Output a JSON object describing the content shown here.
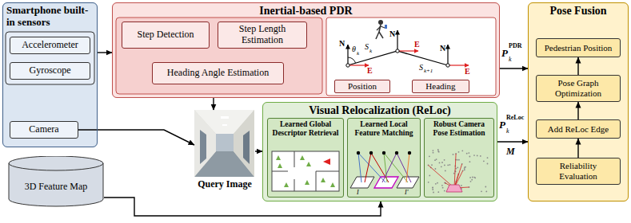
{
  "diagram": {
    "nodes": [
      {
        "text": [
          "Smartphone built-in sensors"
        ]
      },
      {
        "text": [
          "Accelerometer"
        ],
        "in": 0
      },
      {
        "text": [
          "Gyroscope"
        ],
        "in": 0
      },
      {
        "text": [
          "Camera"
        ],
        "in": 0
      },
      {
        "text": [
          "Inertial-based PDR"
        ]
      },
      {
        "text": [
          "Step Detection"
        ],
        "in": 4
      },
      {
        "text": [
          "Step Length Estimation"
        ],
        "in": 4
      },
      {
        "text": [
          "Heading Angle Estimation"
        ],
        "in": 4
      },
      {
        "text": [
          "Position"
        ],
        "in": 4
      },
      {
        "text": [
          "Heading"
        ],
        "in": 4
      },
      {
        "text": [
          "Pose Fusion"
        ]
      },
      {
        "text": [
          "Pedestrian Position"
        ],
        "in": 10
      },
      {
        "text": [
          "Pose Graph Optimization"
        ],
        "in": 10
      },
      {
        "text": [
          "Add ReLoc Edge"
        ],
        "in": 10
      },
      {
        "text": [
          "Reliability Evaluation"
        ],
        "in": 10
      },
      {
        "text": [
          "Query Image"
        ]
      },
      {
        "text": [
          "Visual Relocalization (ReLoc)"
        ]
      },
      {
        "text": [
          "Learned Global Descriptor Retrieval"
        ],
        "in": 16
      },
      {
        "text": [
          "Learned Local Feature Matching"
        ],
        "in": 16
      },
      {
        "text": [
          "Robust Camera Pose Estimation"
        ],
        "in": 16
      },
      {
        "text": [
          "3D Feature Map"
        ]
      }
    ],
    "edges": [
      {
        "from": 0,
        "to": 4,
        "arrow": "to"
      },
      {
        "from": 3,
        "to": 15,
        "arrow": "to"
      },
      {
        "from": 4,
        "to": 15,
        "arrow": "to"
      },
      {
        "from": 15,
        "to": 16,
        "arrow": "to"
      },
      {
        "from": 20,
        "to": 16,
        "arrow": "to"
      },
      {
        "from": 4,
        "to": 10,
        "arrow": "to"
      },
      {
        "from": 16,
        "to": 10,
        "arrow": "to"
      },
      {
        "from": 14,
        "to": 13,
        "arrow": "to"
      },
      {
        "from": 13,
        "to": 12,
        "arrow": "to"
      },
      {
        "from": 12,
        "to": 11,
        "arrow": "to"
      }
    ],
    "labels": [
      "N",
      "θ",
      "k",
      "E",
      "S",
      "k",
      "N",
      "E",
      "S",
      "k+1",
      "N",
      "E",
      "P",
      "k",
      "PDR",
      "P",
      "k",
      "ReLoc",
      "M",
      "I",
      "I'"
    ]
  }
}
